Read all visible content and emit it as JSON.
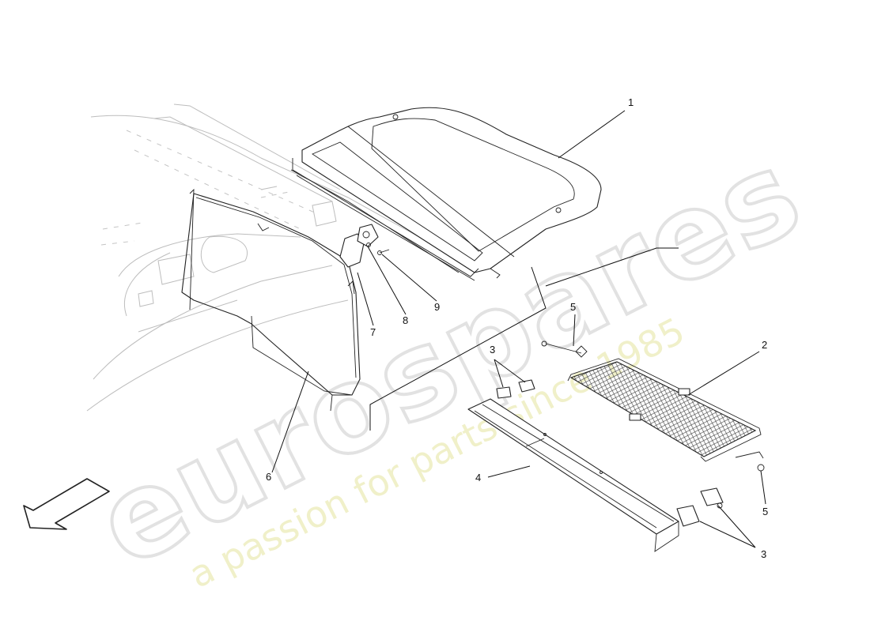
{
  "watermark": {
    "brand": "eurospares",
    "tagline": "a passion for parts since 1985"
  },
  "callouts": [
    {
      "id": "1",
      "text": "1"
    },
    {
      "id": "2",
      "text": "2"
    },
    {
      "id": "3",
      "text": "3"
    },
    {
      "id": "4",
      "text": "4"
    },
    {
      "id": "5",
      "text": "5"
    },
    {
      "id": "6",
      "text": "6"
    },
    {
      "id": "7",
      "text": "7"
    },
    {
      "id": "8",
      "text": "8"
    },
    {
      "id": "9",
      "text": "9"
    }
  ],
  "direction_arrow": {
    "icon": "front-direction-arrow-icon"
  }
}
